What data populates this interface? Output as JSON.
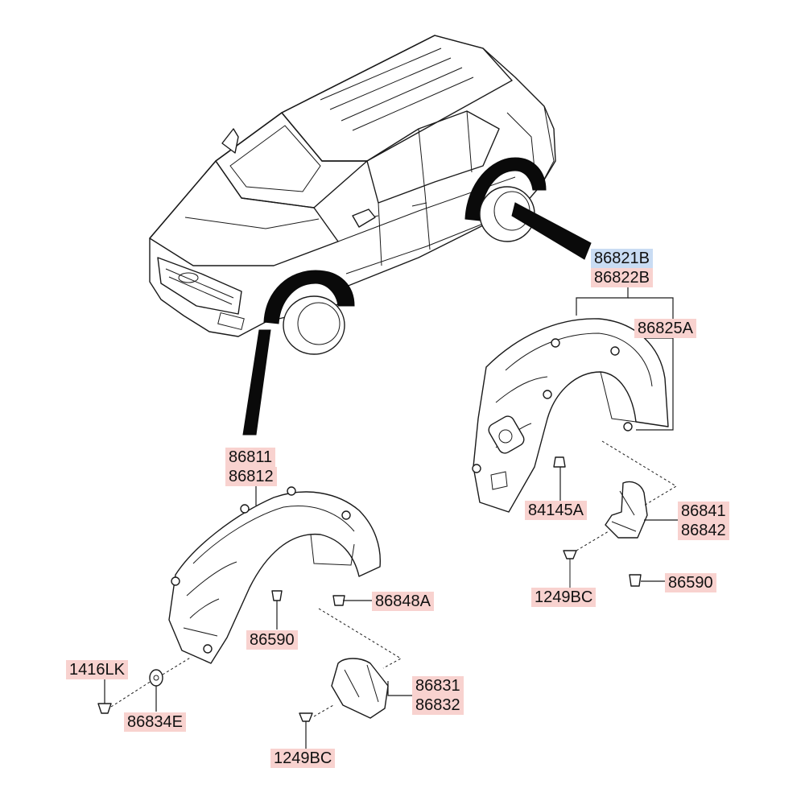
{
  "parts": {
    "rear_liner": "86821B",
    "rear_liner_rh": "86822B",
    "rear_liner_sub": "86825A",
    "rear_nut": "84145A",
    "rear_mudguard": "86841",
    "rear_mudguard_rh": "86842",
    "rear_screw": "1249BC",
    "rear_clip": "86590",
    "front_liner": "86811",
    "front_liner_rh": "86812",
    "front_clip": "86590",
    "front_clip_b": "86848A",
    "front_bolt": "1416LK",
    "front_washer": "86834E",
    "front_mudguard": "86831",
    "front_mudguard_rh": "86832",
    "front_screw": "1249BC"
  },
  "colors": {
    "label_highlight": "#f8d2cf",
    "label_selected": "#c9dcf3"
  }
}
